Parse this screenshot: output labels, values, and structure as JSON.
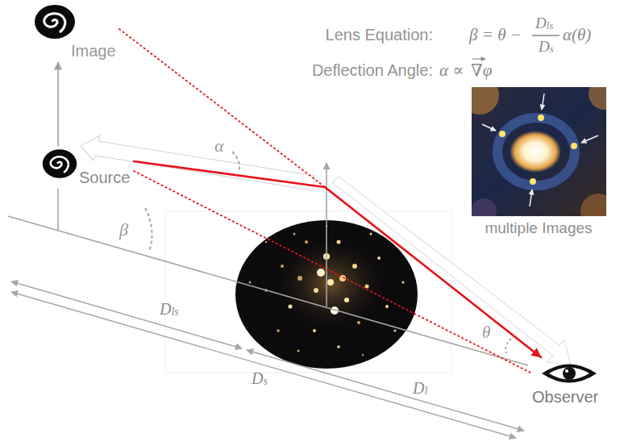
{
  "diagram": {
    "nodes": [
      {
        "text": [
          "Image"
        ]
      },
      {
        "text": [
          "Source"
        ]
      },
      {
        "text": [
          "Observer"
        ]
      }
    ],
    "edges": [
      {
        "from": 1,
        "to": 2,
        "arrow": "to"
      },
      {
        "from": 1,
        "to": 0,
        "arrow": "to"
      },
      {
        "from": 0,
        "to": 2,
        "arrow": "none"
      },
      {
        "from": 1,
        "to": 2,
        "arrow": "none"
      }
    ],
    "labels": [
      "Lens Equation:",
      "β = θ −",
      "D",
      "ls",
      "D",
      "s",
      "α(θ)",
      "Deflection Angle:",
      "α ∝",
      "∇φ",
      "multiple Images",
      "α",
      "β",
      "θ",
      "D",
      "ls",
      "D",
      "s",
      "D",
      "l"
    ]
  }
}
